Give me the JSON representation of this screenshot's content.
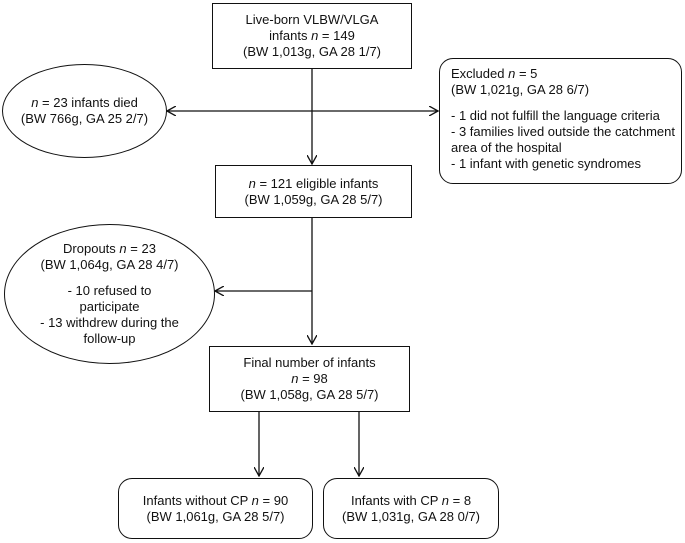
{
  "start": {
    "l1": "Live-born VLBW/VLGA",
    "l2_pre": "infants ",
    "l2_n": "n",
    "l2_post": " = 149",
    "l3": "(BW 1,013g, GA 28 1/7)"
  },
  "died": {
    "l1_n": "n",
    "l1_post": " = 23 infants died",
    "l2": "(BW 766g, GA 25 2/7)"
  },
  "excluded": {
    "l1_pre": "Excluded ",
    "l1_n": "n",
    "l1_post": " = 5",
    "l2": "(BW 1,021g, GA 28 6/7)",
    "items": [
      "- 1 did not fulfill the language criteria",
      "- 3 families lived outside the catchment",
      "area of the hospital",
      "- 1 infant with genetic syndromes"
    ]
  },
  "eligible": {
    "l1_n": "n",
    "l1_post": " = 121 eligible infants",
    "l2": "(BW 1,059g, GA 28 5/7)"
  },
  "dropouts": {
    "l1_pre": "Dropouts ",
    "l1_n": "n",
    "l1_post": " = 23",
    "l2": "(BW 1,064g, GA 28 4/7)",
    "items": [
      "- 10 refused to",
      "participate",
      "- 13 withdrew during the",
      "follow-up"
    ]
  },
  "final": {
    "l1": "Final number of infants",
    "l2_n": "n",
    "l2_post": " = 98",
    "l3": "(BW 1,058g, GA 28 5/7)"
  },
  "without_cp": {
    "l1_pre": "Infants without CP ",
    "l1_n": "n",
    "l1_post": " = 90",
    "l2": "(BW 1,061g, GA 28 5/7)"
  },
  "with_cp": {
    "l1_pre": "Infants with CP ",
    "l1_n": "n",
    "l1_post": " = 8",
    "l2": "(BW 1,031g, GA 28 0/7)"
  }
}
